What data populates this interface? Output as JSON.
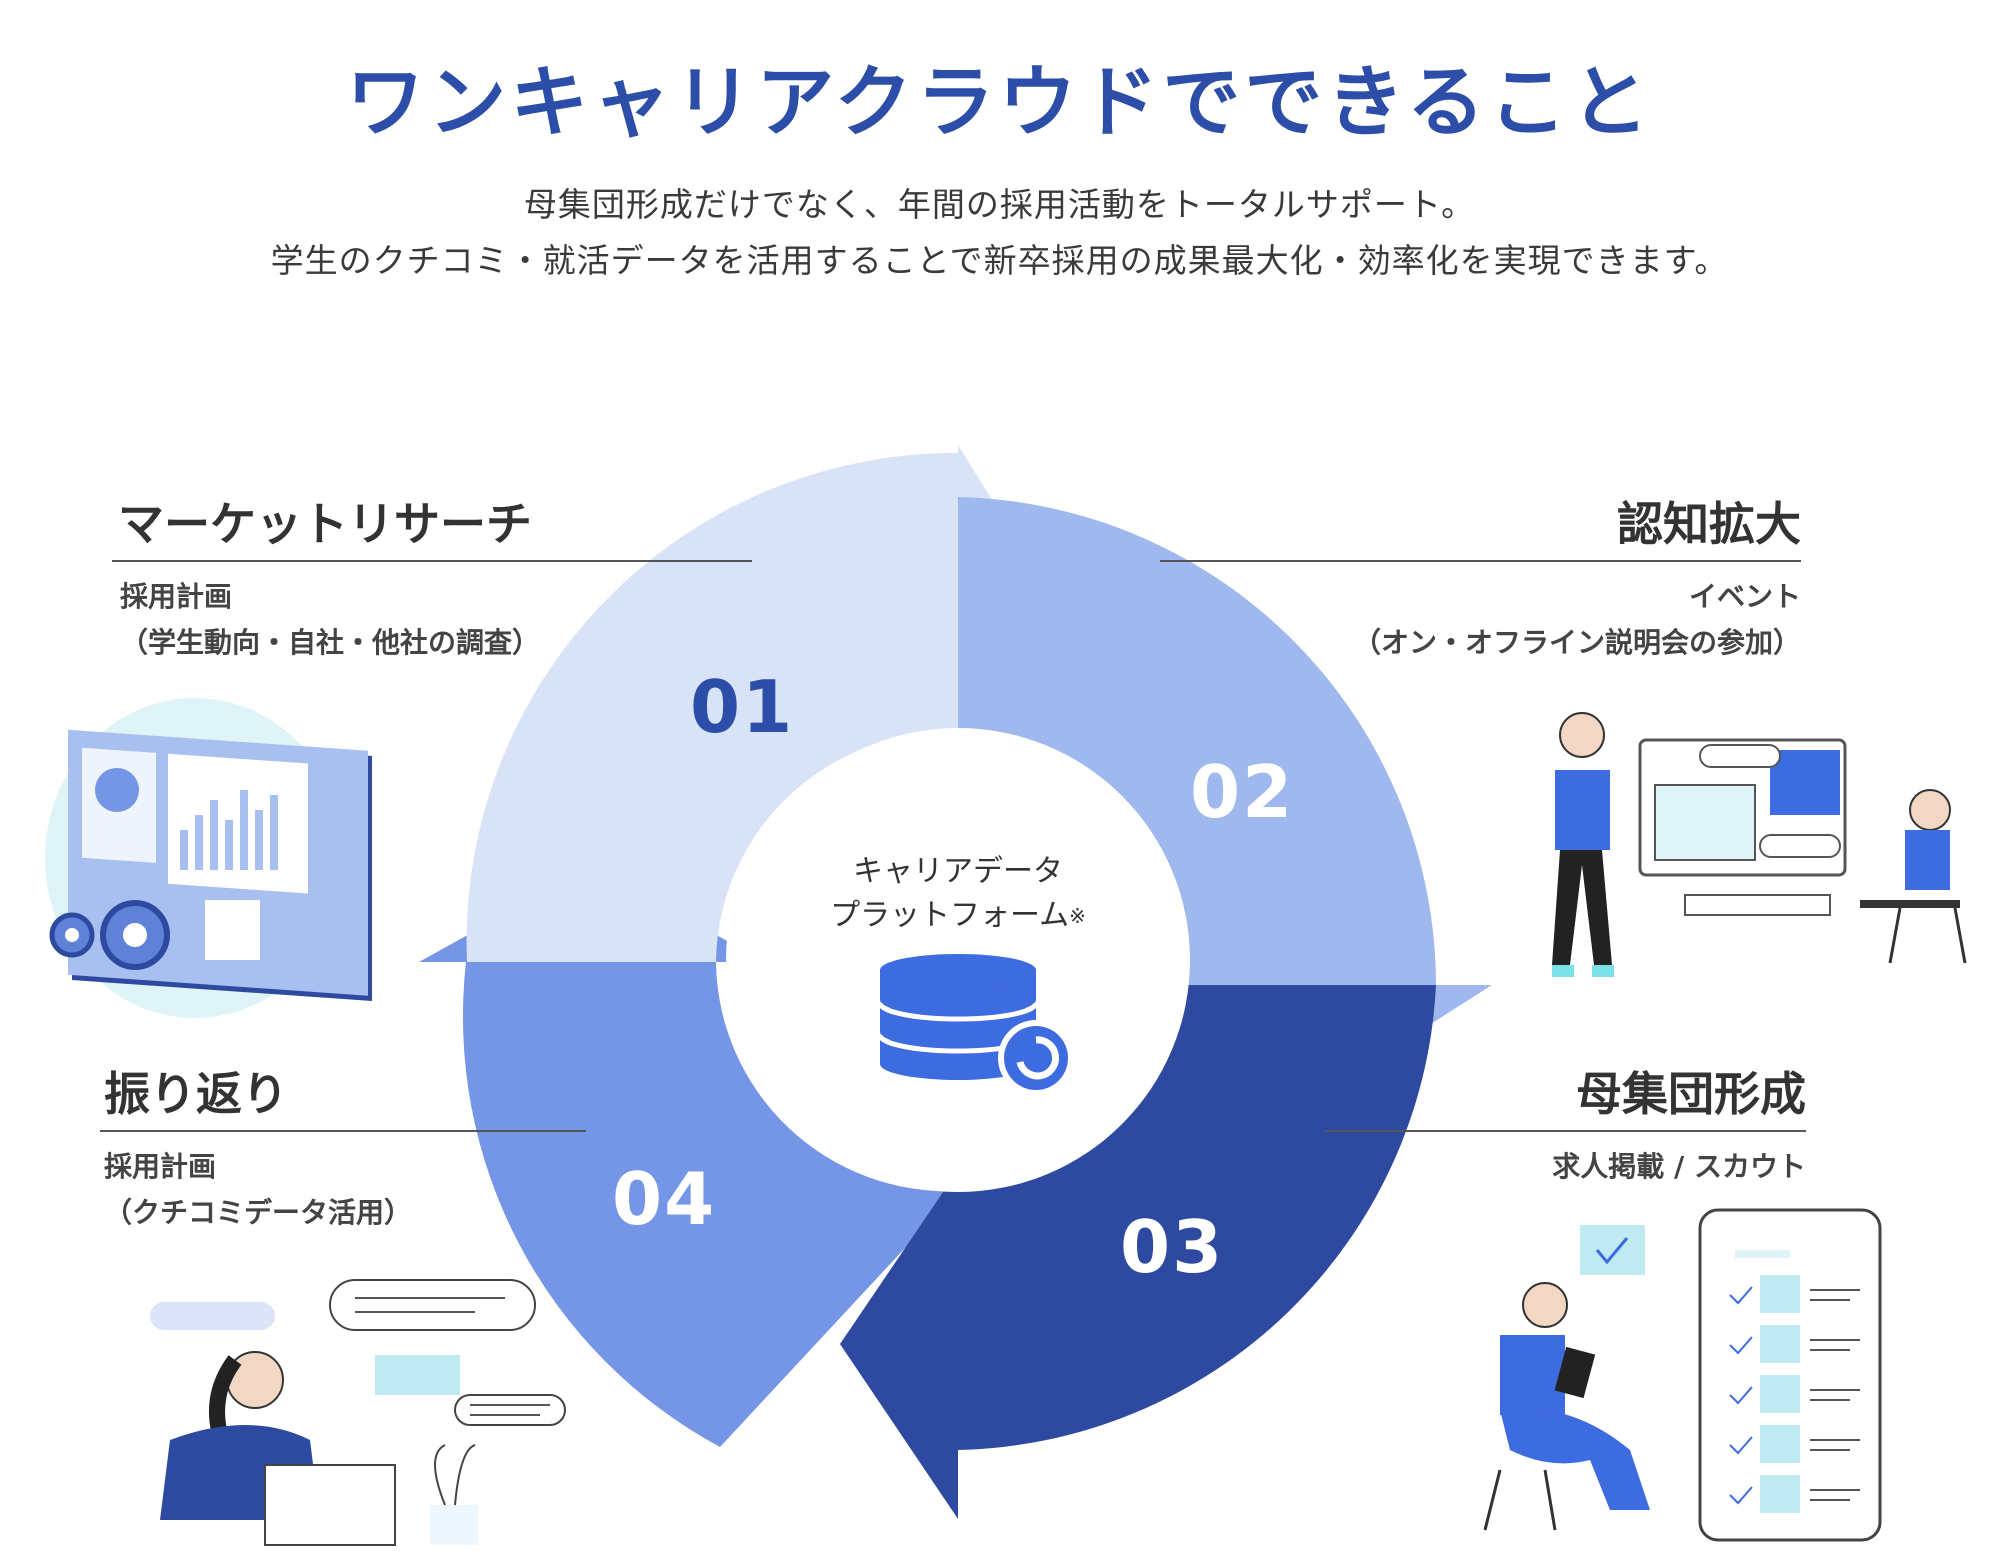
{
  "header": {
    "title": "ワンキャリアクラウドでできること",
    "subtitle_line1": "母集団形成だけでなく、年間の採用活動をトータルサポート。",
    "subtitle_line2": "学生のクチコミ・就活データを活用することで新卒採用の成果最大化・効率化を実現できます。"
  },
  "center": {
    "line1": "キャリアデータ",
    "line2": "プラットフォーム",
    "note": "※"
  },
  "steps": [
    {
      "num": "01",
      "color": "#d9e3f8",
      "text_color": "#2c4ea8"
    },
    {
      "num": "02",
      "color": "#9fb8ee",
      "text_color": "#ffffff"
    },
    {
      "num": "03",
      "color": "#2e4aa0",
      "text_color": "#ffffff"
    },
    {
      "num": "04",
      "color": "#7596e6",
      "text_color": "#ffffff"
    }
  ],
  "sections": {
    "market": {
      "title": "マーケットリサーチ",
      "desc1": "採用計画",
      "desc2": "（学生動向・自社・他社の調査）"
    },
    "awareness": {
      "title": "認知拡大",
      "desc1": "イベント",
      "desc2": "（オン・オフライン説明会の参加）"
    },
    "population": {
      "title": "母集団形成",
      "desc1": "求人掲載 / スカウト"
    },
    "review": {
      "title": "振り返り",
      "desc1": "採用計画",
      "desc2": "（クチコミデータ活用）"
    }
  },
  "colors": {
    "accent": "#2c4ea8",
    "bright_blue": "#3d6be0",
    "light_cyan": "#bfeaf2"
  }
}
